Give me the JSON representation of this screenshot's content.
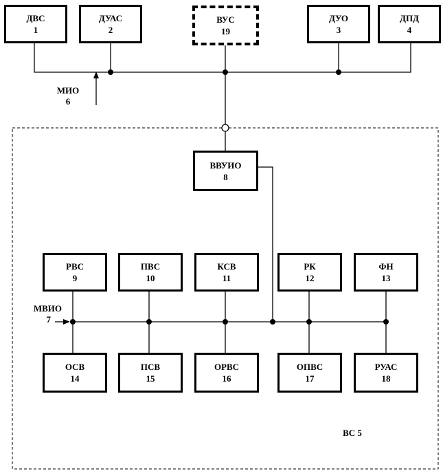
{
  "blocks": {
    "b1": {
      "name": "ДВС",
      "num": "1"
    },
    "b2": {
      "name": "ДУАС",
      "num": "2"
    },
    "b19": {
      "name": "ВУС",
      "num": "19"
    },
    "b3": {
      "name": "ДУО",
      "num": "3"
    },
    "b4": {
      "name": "ДПД",
      "num": "4"
    },
    "b8": {
      "name": "ВВУИО",
      "num": "8"
    },
    "b9": {
      "name": "РВС",
      "num": "9"
    },
    "b10": {
      "name": "ПВС",
      "num": "10"
    },
    "b11": {
      "name": "КСВ",
      "num": "11"
    },
    "b12": {
      "name": "РК",
      "num": "12"
    },
    "b13": {
      "name": "ФН",
      "num": "13"
    },
    "b14": {
      "name": "ОСВ",
      "num": "14"
    },
    "b15": {
      "name": "ПСВ",
      "num": "15"
    },
    "b16": {
      "name": "ОРВС",
      "num": "16"
    },
    "b17": {
      "name": "ОПВС",
      "num": "17"
    },
    "b18": {
      "name": "РУАС",
      "num": "18"
    }
  },
  "labels": {
    "mio": {
      "name": "МИО",
      "num": "6"
    },
    "mvio": {
      "name": "МВИО",
      "num": "7"
    },
    "vs": "ВС 5"
  }
}
